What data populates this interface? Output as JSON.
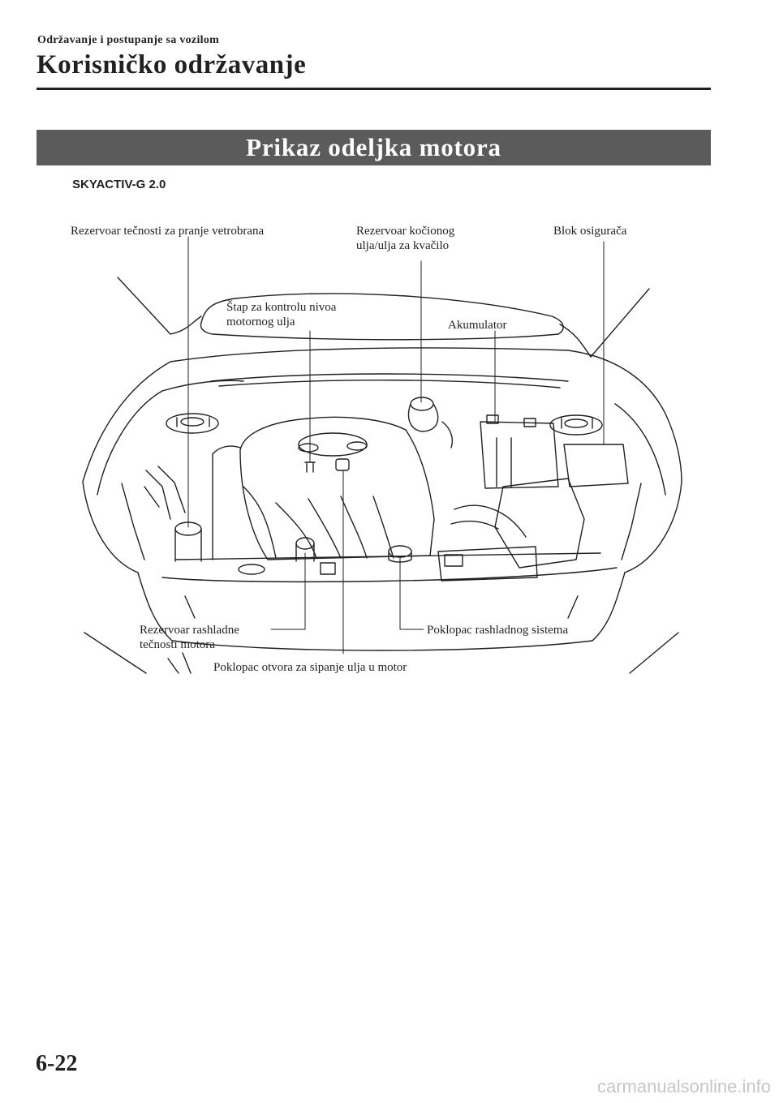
{
  "header": {
    "breadcrumb": "Održavanje i postupanje sa vozilom",
    "chapter_title": "Korisničko održavanje"
  },
  "section": {
    "banner": "Prikaz odeljka motora",
    "engine": "SKYACTIV-G 2.0"
  },
  "callouts": {
    "washer_reservoir": "Rezervoar tečnosti za pranje vetrobrana",
    "brake_reservoir": "Rezervoar kočionog\nulja/ulja za kvačilo",
    "fuse_block": "Blok osigurača",
    "dipstick": "Štap za kontrolu nivoa\nmotornog ulja",
    "battery": "Akumulator",
    "coolant_reservoir": "Rezervoar rashladne\ntečnosti motora",
    "radiator_cap": "Poklopac rashladnog sistema",
    "oil_filler_cap": "Poklopac otvora za sipanje ulja u motor"
  },
  "footer": {
    "page_number": "6-22",
    "watermark": "carmanualsonline.info"
  }
}
